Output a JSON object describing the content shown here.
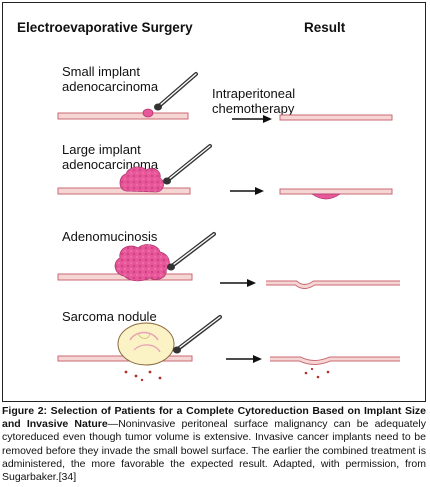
{
  "header": {
    "left_title": "Electroevaporative Surgery",
    "right_title": "Result"
  },
  "panels": [
    {
      "label_line1": "Small implant",
      "label_line2": "adenocarcinoma"
    },
    {
      "label_line1": "Large implant",
      "label_line2": "adenocarcinoma"
    },
    {
      "label_line1": "Adenomucinosis",
      "label_line2": ""
    },
    {
      "label_line1": "Sarcoma nodule",
      "label_line2": ""
    }
  ],
  "arrow_note": {
    "line1": "Intraperitoneal",
    "line2": "chemotherapy"
  },
  "caption": {
    "bold": "Figure 2: Selection of Patients for a Complete Cytoreduction Based on Implant Size and Invasive Nature",
    "body": "—Noninvasive peritoneal surface malignancy can be adequately cytoreduced even though tumor volume is extensive. Invasive cancer implants need to be removed before they invade the small bowel surface. The earlier the combined treatment is administered, the more favorable the expected result. Adapted, with permission, from Sugarbaker.[34]"
  },
  "colors": {
    "tissue_line": "#c96a72",
    "tissue_fill": "#f6d6d4",
    "tumor": "#e8579a",
    "sarcoma_fill": "#fbf3c6",
    "instrument": "#333333"
  }
}
